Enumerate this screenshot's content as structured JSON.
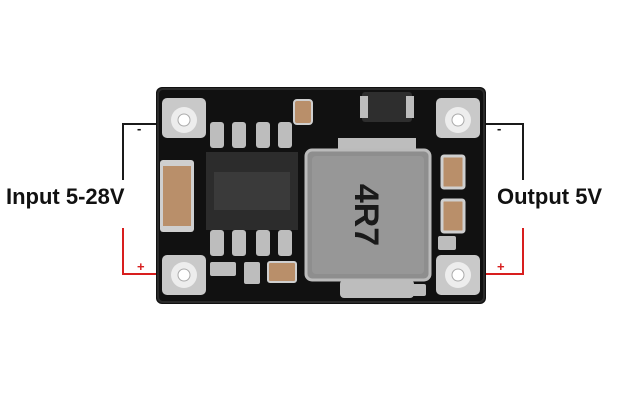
{
  "labels": {
    "input": "Input 5-28V",
    "output": "Output 5V",
    "minus": "-",
    "plus": "+",
    "inductor_marking": "4R7"
  },
  "colors": {
    "board": "#111111",
    "pad": "#d8d8d8",
    "wire_negative": "#1a1a1a",
    "wire_positive": "#d81e1e",
    "inductor": "#8e8e8e",
    "capacitor": "#b98f6a"
  }
}
